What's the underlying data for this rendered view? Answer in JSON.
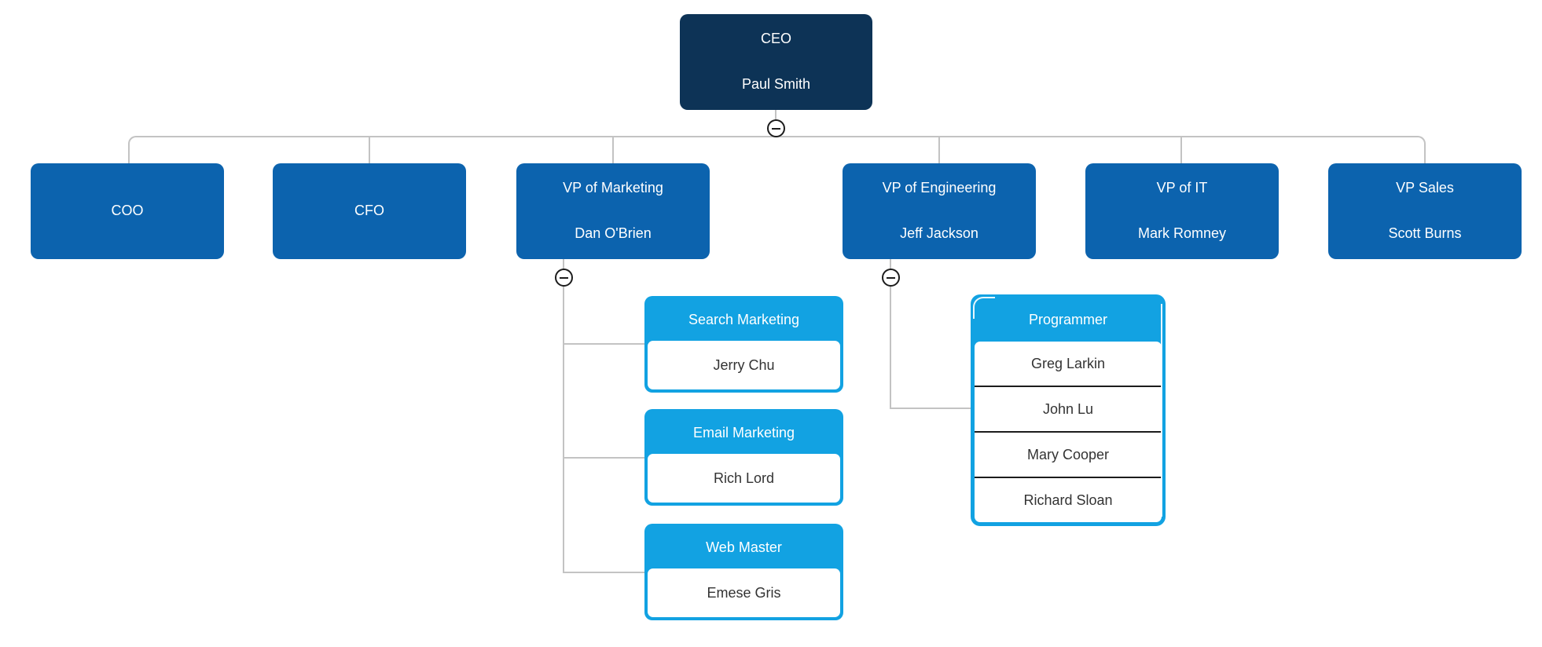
{
  "chart": {
    "ceo": {
      "title": "CEO",
      "name": "Paul Smith"
    },
    "level2": [
      {
        "title": "COO"
      },
      {
        "title": "CFO"
      },
      {
        "title": "VP of Marketing",
        "name": "Dan O'Brien"
      },
      {
        "title": "VP of Engineering",
        "name": "Jeff Jackson"
      },
      {
        "title": "VP of IT",
        "name": "Mark Romney"
      },
      {
        "title": "VP Sales",
        "name": "Scott Burns"
      }
    ],
    "marketing_children": [
      {
        "title": "Search Marketing",
        "name": "Jerry Chu"
      },
      {
        "title": "Email Marketing",
        "name": "Rich Lord"
      },
      {
        "title": "Web Master",
        "name": "Emese Gris"
      }
    ],
    "programmer": {
      "title": "Programmer",
      "members": [
        "Greg Larkin",
        "John Lu",
        "Mary Cooper",
        "Richard Sloan"
      ]
    }
  },
  "colors": {
    "root_node": "#0d3356",
    "level2_node": "#0c63ae",
    "level3_accent": "#12a2e2",
    "connector": "#c3c3c3",
    "body_text": "#333333",
    "node_text": "#ffffff"
  }
}
